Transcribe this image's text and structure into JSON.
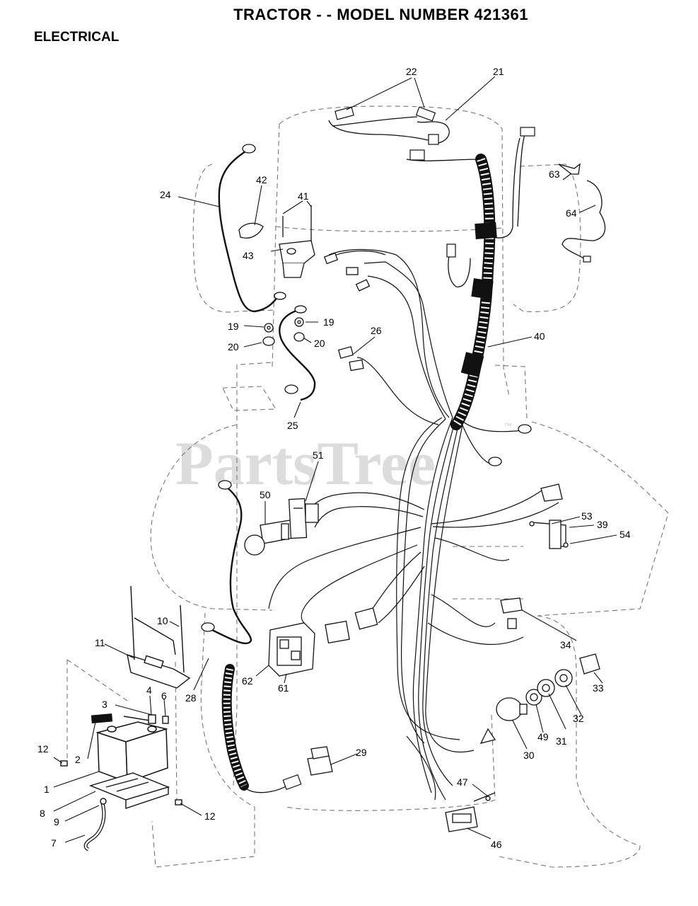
{
  "header": {
    "title": "TRACTOR - - MODEL NUMBER 421361",
    "section": "ELECTRICAL"
  },
  "watermark": {
    "text": "PartsTree",
    "trademark": "™"
  },
  "callouts": {
    "c1": "1",
    "c2": "2",
    "c3": "3",
    "c4": "4",
    "c6": "6",
    "c7": "7",
    "c8": "8",
    "c9": "9",
    "c10": "10",
    "c11": "11",
    "c12a": "12",
    "c12b": "12",
    "c19a": "19",
    "c19b": "19",
    "c20a": "20",
    "c20b": "20",
    "c21": "21",
    "c22": "22",
    "c24": "24",
    "c25": "25",
    "c26": "26",
    "c28": "28",
    "c29": "29",
    "c30": "30",
    "c31": "31",
    "c32": "32",
    "c33": "33",
    "c34": "34",
    "c39": "39",
    "c40": "40",
    "c41": "41",
    "c42": "42",
    "c43": "43",
    "c46": "46",
    "c47": "47",
    "c49": "49",
    "c50": "50",
    "c51": "51",
    "c53": "53",
    "c54": "54",
    "c61": "61",
    "c62": "62",
    "c63": "63",
    "c64": "64"
  }
}
